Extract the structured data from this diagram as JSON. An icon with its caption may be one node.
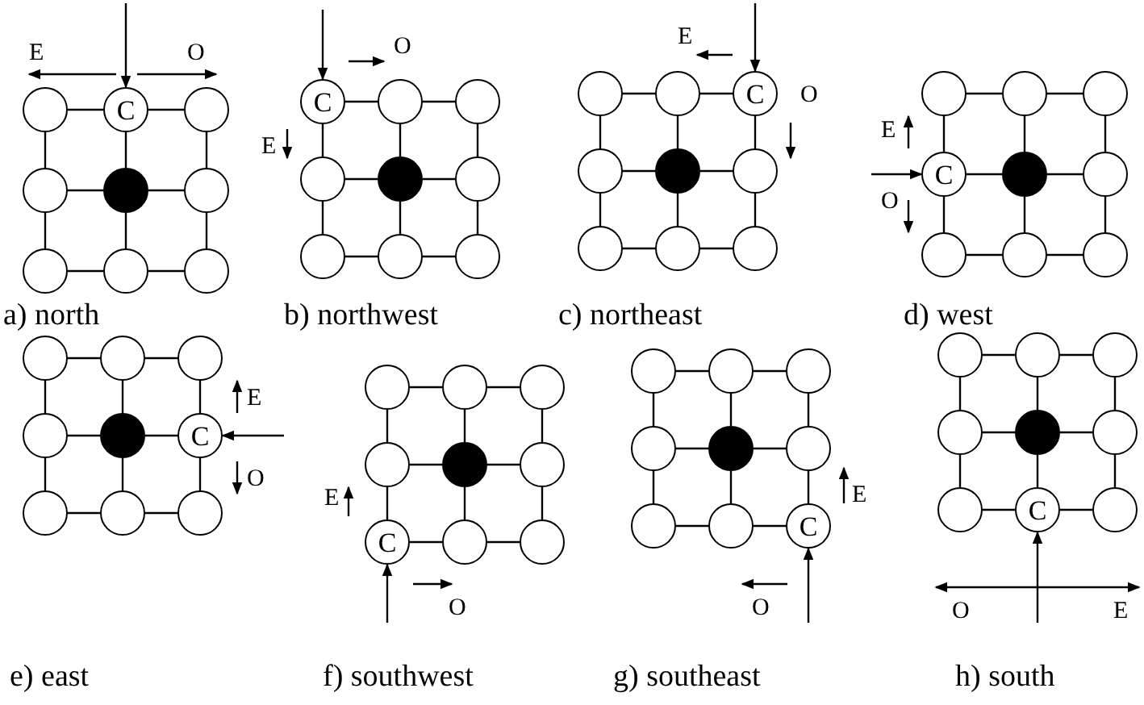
{
  "diagram": {
    "nodes": [
      {
        "text": [],
        "shape": "circle"
      },
      {
        "text": [
          "C"
        ]
      },
      {
        "text": [],
        "shape": "circle"
      },
      {
        "text": [],
        "shape": "circle"
      },
      {
        "text": [],
        "shape": "dot"
      },
      {
        "text": [],
        "shape": "circle"
      },
      {
        "text": [],
        "shape": "circle"
      },
      {
        "text": [],
        "shape": "circle"
      },
      {
        "text": [],
        "shape": "circle"
      },
      {
        "text": [
          "C"
        ]
      },
      {
        "text": [],
        "shape": "circle"
      },
      {
        "text": [],
        "shape": "circle"
      },
      {
        "text": [],
        "shape": "circle"
      },
      {
        "text": [],
        "shape": "dot"
      },
      {
        "text": [],
        "shape": "circle"
      },
      {
        "text": [],
        "shape": "circle"
      },
      {
        "text": [],
        "shape": "circle"
      },
      {
        "text": [],
        "shape": "circle"
      },
      {
        "text": [],
        "shape": "circle"
      },
      {
        "text": [],
        "shape": "circle"
      },
      {
        "text": [
          "C"
        ]
      },
      {
        "text": [],
        "shape": "circle"
      },
      {
        "text": [],
        "shape": "dot"
      },
      {
        "text": [],
        "shape": "circle"
      },
      {
        "text": [],
        "shape": "circle"
      },
      {
        "text": [],
        "shape": "circle"
      },
      {
        "text": [],
        "shape": "circle"
      },
      {
        "text": [],
        "shape": "circle"
      },
      {
        "text": [],
        "shape": "circle"
      },
      {
        "text": [],
        "shape": "circle"
      },
      {
        "text": [
          "C"
        ]
      },
      {
        "text": [],
        "shape": "dot"
      },
      {
        "text": [],
        "shape": "circle"
      },
      {
        "text": [],
        "shape": "circle"
      },
      {
        "text": [],
        "shape": "circle"
      },
      {
        "text": [],
        "shape": "circle"
      },
      {
        "text": [],
        "shape": "circle"
      },
      {
        "text": [],
        "shape": "circle"
      },
      {
        "text": [],
        "shape": "circle"
      },
      {
        "text": [],
        "shape": "circle"
      },
      {
        "text": [],
        "shape": "dot"
      },
      {
        "text": [
          "C"
        ]
      },
      {
        "text": [],
        "shape": "circle"
      },
      {
        "text": [],
        "shape": "circle"
      },
      {
        "text": [],
        "shape": "circle"
      },
      {
        "text": [],
        "shape": "circle"
      },
      {
        "text": [],
        "shape": "circle"
      },
      {
        "text": [],
        "shape": "circle"
      },
      {
        "text": [],
        "shape": "circle"
      },
      {
        "text": [],
        "shape": "dot"
      },
      {
        "text": [],
        "shape": "circle"
      },
      {
        "text": [
          "C"
        ]
      },
      {
        "text": [],
        "shape": "circle"
      },
      {
        "text": [],
        "shape": "circle"
      },
      {
        "text": [],
        "shape": "circle"
      },
      {
        "text": [],
        "shape": "circle"
      },
      {
        "text": [],
        "shape": "circle"
      },
      {
        "text": [],
        "shape": "circle"
      },
      {
        "text": [],
        "shape": "dot"
      },
      {
        "text": [],
        "shape": "circle"
      },
      {
        "text": [],
        "shape": "circle"
      },
      {
        "text": [],
        "shape": "circle"
      },
      {
        "text": [
          "C"
        ]
      },
      {
        "text": [],
        "shape": "circle"
      },
      {
        "text": [],
        "shape": "circle"
      },
      {
        "text": [],
        "shape": "circle"
      },
      {
        "text": [],
        "shape": "circle"
      },
      {
        "text": [],
        "shape": "dot"
      },
      {
        "text": [],
        "shape": "circle"
      },
      {
        "text": [],
        "shape": "circle"
      },
      {
        "text": [
          "C"
        ]
      },
      {
        "text": [],
        "shape": "circle"
      }
    ],
    "edges": [
      {
        "from": null,
        "to": 1,
        "arrow": "to"
      },
      {
        "from": 0,
        "to": 1,
        "arrow": "none"
      },
      {
        "from": 1,
        "to": 2,
        "arrow": "none"
      },
      {
        "from": 3,
        "to": 4,
        "arrow": "none"
      },
      {
        "from": 4,
        "to": 5,
        "arrow": "none"
      },
      {
        "from": 6,
        "to": 7,
        "arrow": "none"
      },
      {
        "from": 7,
        "to": 8,
        "arrow": "none"
      },
      {
        "from": 0,
        "to": 3,
        "arrow": "none"
      },
      {
        "from": 3,
        "to": 6,
        "arrow": "none"
      },
      {
        "from": 1,
        "to": 4,
        "arrow": "none"
      },
      {
        "from": 4,
        "to": 7,
        "arrow": "none"
      },
      {
        "from": 2,
        "to": 5,
        "arrow": "none"
      },
      {
        "from": 5,
        "to": 8,
        "arrow": "none"
      },
      {
        "from": null,
        "to": 9,
        "arrow": "to"
      },
      {
        "from": 9,
        "to": 10,
        "arrow": "none"
      },
      {
        "from": 10,
        "to": 11,
        "arrow": "none"
      },
      {
        "from": 12,
        "to": 13,
        "arrow": "none"
      },
      {
        "from": 13,
        "to": 14,
        "arrow": "none"
      },
      {
        "from": 15,
        "to": 16,
        "arrow": "none"
      },
      {
        "from": 16,
        "to": 17,
        "arrow": "none"
      },
      {
        "from": 9,
        "to": 12,
        "arrow": "none"
      },
      {
        "from": 12,
        "to": 15,
        "arrow": "none"
      },
      {
        "from": 10,
        "to": 13,
        "arrow": "none"
      },
      {
        "from": 13,
        "to": 16,
        "arrow": "none"
      },
      {
        "from": 11,
        "to": 14,
        "arrow": "none"
      },
      {
        "from": 14,
        "to": 17,
        "arrow": "none"
      },
      {
        "from": null,
        "to": 20,
        "arrow": "to"
      },
      {
        "from": 18,
        "to": 19,
        "arrow": "none"
      },
      {
        "from": 19,
        "to": 20,
        "arrow": "none"
      },
      {
        "from": 21,
        "to": 22,
        "arrow": "none"
      },
      {
        "from": 22,
        "to": 23,
        "arrow": "none"
      },
      {
        "from": 24,
        "to": 25,
        "arrow": "none"
      },
      {
        "from": 25,
        "to": 26,
        "arrow": "none"
      },
      {
        "from": 18,
        "to": 21,
        "arrow": "none"
      },
      {
        "from": 21,
        "to": 24,
        "arrow": "none"
      },
      {
        "from": 19,
        "to": 22,
        "arrow": "none"
      },
      {
        "from": 22,
        "to": 25,
        "arrow": "none"
      },
      {
        "from": 20,
        "to": 23,
        "arrow": "none"
      },
      {
        "from": 23,
        "to": 26,
        "arrow": "none"
      },
      {
        "from": null,
        "to": 30,
        "arrow": "to"
      },
      {
        "from": 27,
        "to": 28,
        "arrow": "none"
      },
      {
        "from": 28,
        "to": 29,
        "arrow": "none"
      },
      {
        "from": 30,
        "to": 31,
        "arrow": "none"
      },
      {
        "from": 31,
        "to": 32,
        "arrow": "none"
      },
      {
        "from": 33,
        "to": 34,
        "arrow": "none"
      },
      {
        "from": 34,
        "to": 35,
        "arrow": "none"
      },
      {
        "from": 27,
        "to": 30,
        "arrow": "none"
      },
      {
        "from": 30,
        "to": 33,
        "arrow": "none"
      },
      {
        "from": 28,
        "to": 31,
        "arrow": "none"
      },
      {
        "from": 31,
        "to": 34,
        "arrow": "none"
      },
      {
        "from": 29,
        "to": 32,
        "arrow": "none"
      },
      {
        "from": 32,
        "to": 35,
        "arrow": "none"
      },
      {
        "from": null,
        "to": 41,
        "arrow": "to"
      },
      {
        "from": 36,
        "to": 37,
        "arrow": "none"
      },
      {
        "from": 37,
        "to": 38,
        "arrow": "none"
      },
      {
        "from": 39,
        "to": 40,
        "arrow": "none"
      },
      {
        "from": 40,
        "to": 41,
        "arrow": "none"
      },
      {
        "from": 42,
        "to": 43,
        "arrow": "none"
      },
      {
        "from": 43,
        "to": 44,
        "arrow": "none"
      },
      {
        "from": 36,
        "to": 39,
        "arrow": "none"
      },
      {
        "from": 39,
        "to": 42,
        "arrow": "none"
      },
      {
        "from": 37,
        "to": 40,
        "arrow": "none"
      },
      {
        "from": 40,
        "to": 43,
        "arrow": "none"
      },
      {
        "from": 38,
        "to": 41,
        "arrow": "none"
      },
      {
        "from": 41,
        "to": 44,
        "arrow": "none"
      },
      {
        "from": null,
        "to": 51,
        "arrow": "to"
      },
      {
        "from": 45,
        "to": 46,
        "arrow": "none"
      },
      {
        "from": 46,
        "to": 47,
        "arrow": "none"
      },
      {
        "from": 48,
        "to": 49,
        "arrow": "none"
      },
      {
        "from": 49,
        "to": 50,
        "arrow": "none"
      },
      {
        "from": 51,
        "to": 52,
        "arrow": "none"
      },
      {
        "from": 52,
        "to": 53,
        "arrow": "none"
      },
      {
        "from": 45,
        "to": 48,
        "arrow": "none"
      },
      {
        "from": 48,
        "to": 51,
        "arrow": "none"
      },
      {
        "from": 46,
        "to": 49,
        "arrow": "none"
      },
      {
        "from": 49,
        "to": 52,
        "arrow": "none"
      },
      {
        "from": 47,
        "to": 50,
        "arrow": "none"
      },
      {
        "from": 50,
        "to": 53,
        "arrow": "none"
      },
      {
        "from": null,
        "to": 62,
        "arrow": "to"
      },
      {
        "from": 54,
        "to": 55,
        "arrow": "none"
      },
      {
        "from": 55,
        "to": 56,
        "arrow": "none"
      },
      {
        "from": 57,
        "to": 58,
        "arrow": "none"
      },
      {
        "from": 58,
        "to": 59,
        "arrow": "none"
      },
      {
        "from": 60,
        "to": 61,
        "arrow": "none"
      },
      {
        "from": 61,
        "to": 62,
        "arrow": "none"
      },
      {
        "from": 54,
        "to": 57,
        "arrow": "none"
      },
      {
        "from": 57,
        "to": 60,
        "arrow": "none"
      },
      {
        "from": 55,
        "to": 58,
        "arrow": "none"
      },
      {
        "from": 58,
        "to": 61,
        "arrow": "none"
      },
      {
        "from": 56,
        "to": 59,
        "arrow": "none"
      },
      {
        "from": 59,
        "to": 62,
        "arrow": "none"
      },
      {
        "from": null,
        "to": 70,
        "arrow": "to"
      },
      {
        "from": 63,
        "to": 64,
        "arrow": "none"
      },
      {
        "from": 64,
        "to": 65,
        "arrow": "none"
      },
      {
        "from": 66,
        "to": 67,
        "arrow": "none"
      },
      {
        "from": 67,
        "to": 68,
        "arrow": "none"
      },
      {
        "from": 69,
        "to": 70,
        "arrow": "none"
      },
      {
        "from": 70,
        "to": 71,
        "arrow": "none"
      },
      {
        "from": 63,
        "to": 66,
        "arrow": "none"
      },
      {
        "from": 66,
        "to": 69,
        "arrow": "none"
      },
      {
        "from": 64,
        "to": 67,
        "arrow": "none"
      },
      {
        "from": 67,
        "to": 70,
        "arrow": "none"
      },
      {
        "from": 65,
        "to": 68,
        "arrow": "none"
      },
      {
        "from": 68,
        "to": 71,
        "arrow": "none"
      }
    ],
    "labels": [
      "E",
      "O",
      "a) north",
      "O",
      "E",
      "b) northwest",
      "E",
      "O",
      "c) northeast",
      "E",
      "O",
      "d) west",
      "E",
      "O",
      "e) east",
      "E",
      "O",
      "f) southwest",
      "E",
      "O",
      "g) southeast",
      "O",
      "E",
      "h) south"
    ]
  }
}
